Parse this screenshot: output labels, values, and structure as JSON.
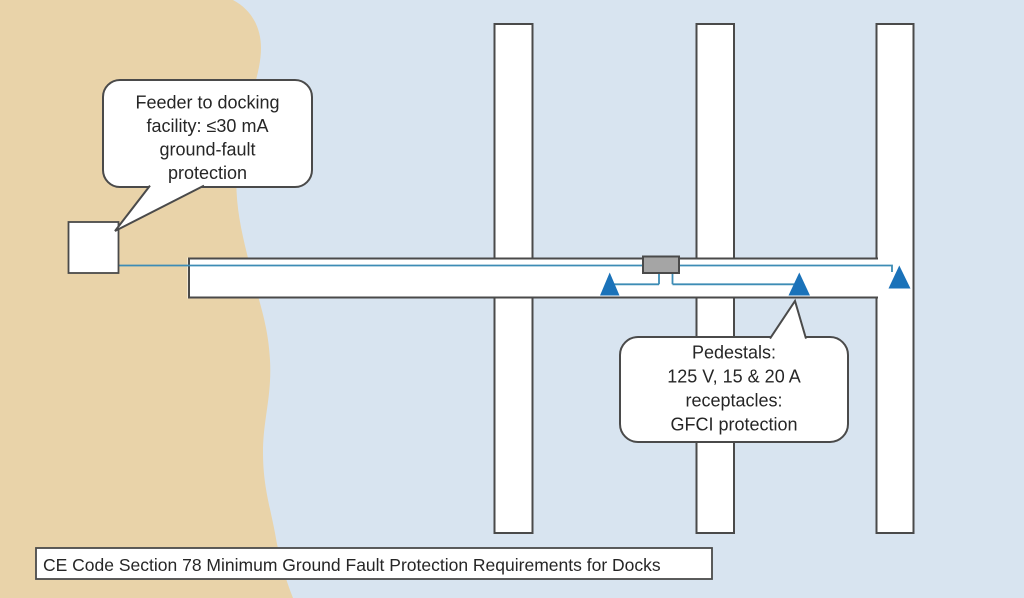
{
  "caption": "CE Code Section 78 Minimum Ground Fault Protection Requirements for Docks",
  "callout_feeder": {
    "lines": [
      "Feeder to docking",
      "facility: ≤30 mA",
      "ground-fault",
      "protection"
    ]
  },
  "callout_pedestals": {
    "lines": [
      "Pedestals:",
      "125 V, 15 & 20 A",
      "receptacles:",
      "GFCI protection"
    ]
  },
  "markers": {
    "pedestal_marker_glyph": "▲",
    "pedestal_marker_count": 3
  },
  "colors": {
    "water": "#d8e4f0",
    "shore": "#e9d3a9",
    "dock_fill": "#ffffff",
    "outline": "#4a4a4a",
    "wire": "#3d8cb5",
    "triangle": "#1a72b9",
    "junction_fill": "#a5a5a5",
    "text": "#262626"
  }
}
